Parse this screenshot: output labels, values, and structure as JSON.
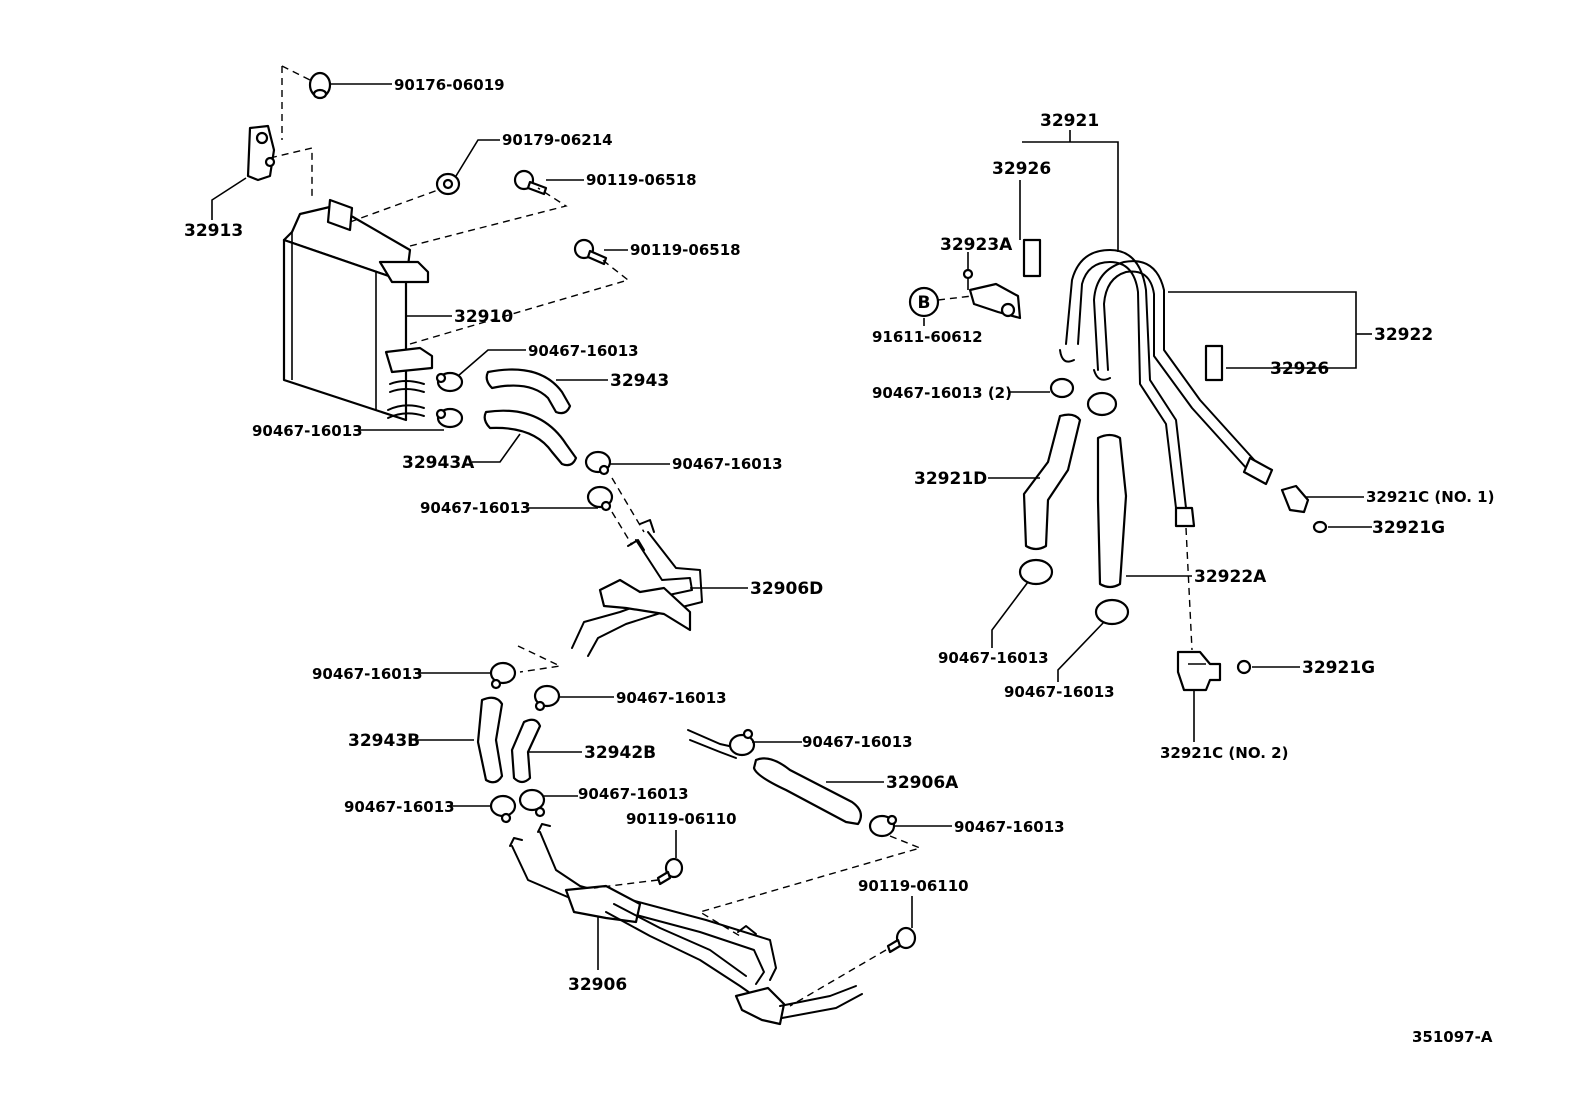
{
  "labels": {
    "p90176_06019": "90176-06019",
    "p90179_06214": "90179-06214",
    "p90119_06518_a": "90119-06518",
    "p90119_06518_b": "90119-06518",
    "p32913": "32913",
    "p32910": "32910",
    "p90467_16013_a": "90467-16013",
    "p32943": "32943",
    "p90467_16013_b": "90467-16013",
    "p32943A": "32943A",
    "p90467_16013_c": "90467-16013",
    "p90467_16013_d": "90467-16013",
    "p32906D": "32906D",
    "p90467_16013_e": "90467-16013",
    "p90467_16013_f": "90467-16013",
    "p32943B": "32943B",
    "p32942B": "32942B",
    "p90467_16013_g": "90467-16013",
    "p90467_16013_h": "90467-16013",
    "p32906A": "32906A",
    "p90467_16013_i": "90467-16013",
    "p90119_06110_a": "90119-06110",
    "p90467_16013_j": "90467-16013",
    "p90119_06110_b": "90119-06110",
    "p32906": "32906",
    "p32921": "32921",
    "p32926_a": "32926",
    "p32923A": "32923A",
    "marker_B": "B",
    "p91611_60612": "91611-60612",
    "p32922": "32922",
    "p32926_b": "32926",
    "p90467_16013_2": "90467-16013 (2)",
    "p32921D": "32921D",
    "p32921C_no1": "32921C (NO. 1)",
    "p32921G_a": "32921G",
    "p32922A": "32922A",
    "p90467_16013_k": "90467-16013",
    "p90467_16013_l": "90467-16013",
    "p32921G_b": "32921G",
    "p32921C_no2": "32921C (NO. 2)",
    "figure_id": "351097-A"
  }
}
